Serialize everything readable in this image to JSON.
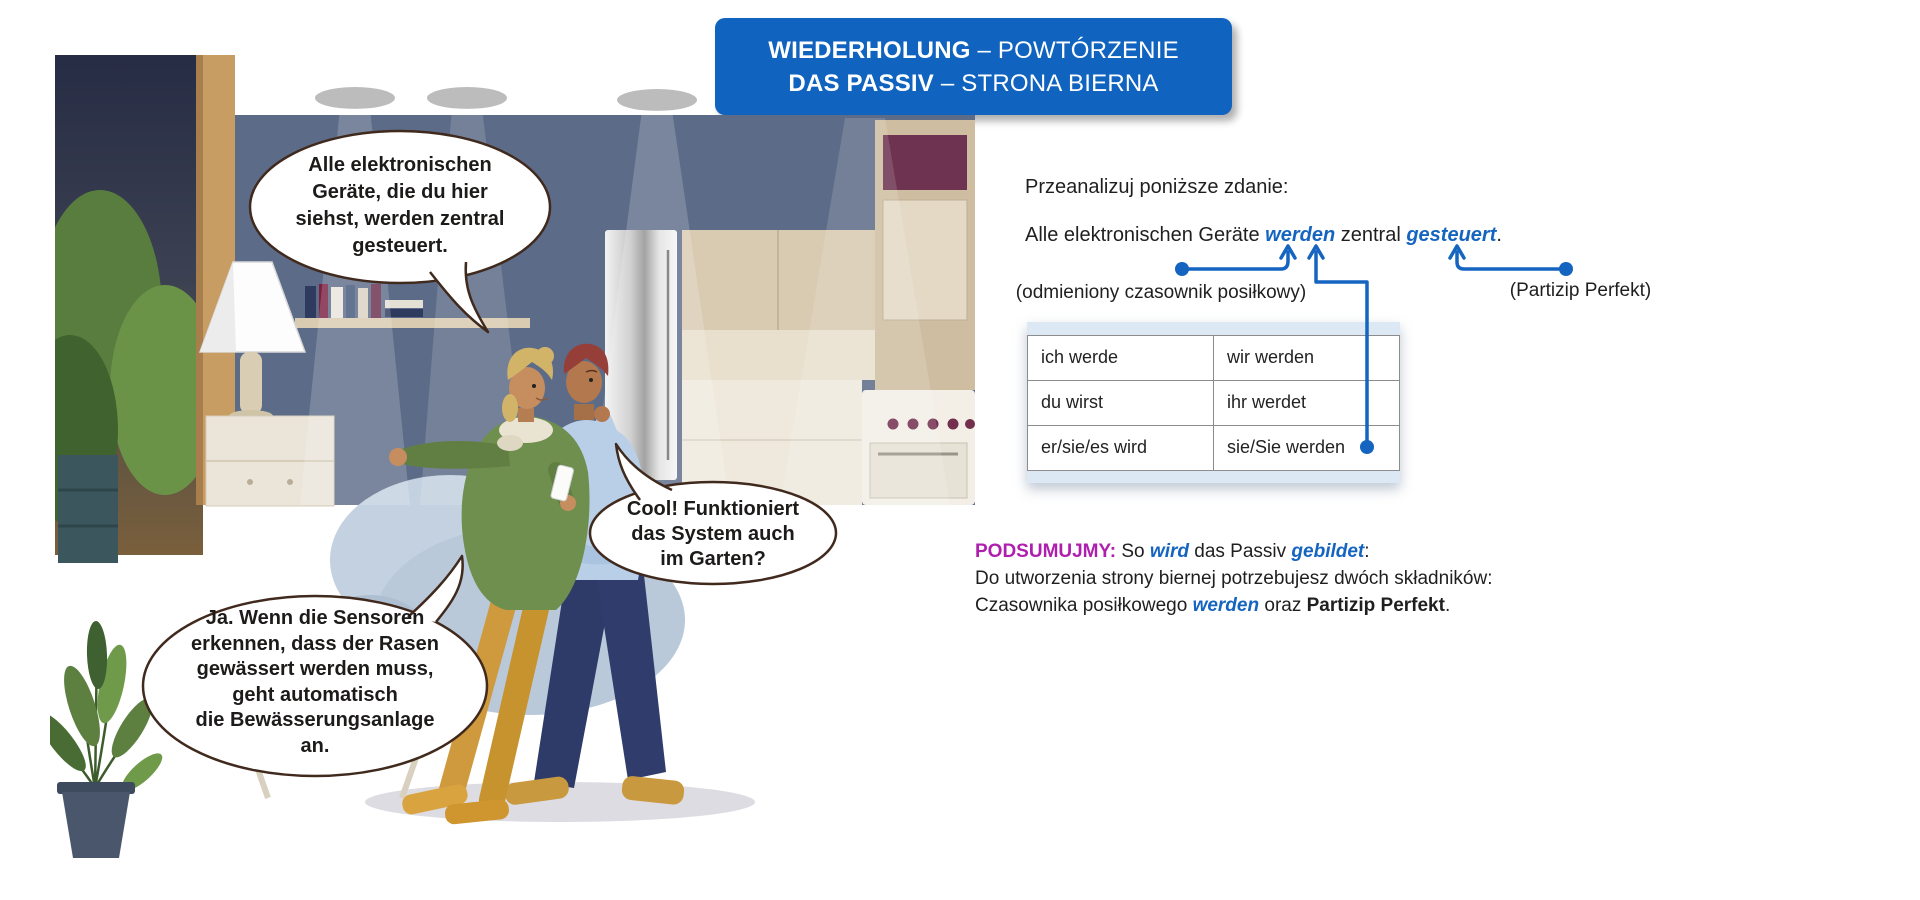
{
  "banner": {
    "line1_bold": "WIEDERHOLUNG",
    "line1_rest": " – POWTÓRZENIE",
    "line2_bold": "DAS PASSIV",
    "line2_rest": " – STRONA BIERNA"
  },
  "bubbles": {
    "bubble1": {
      "lines": [
        "Alle elektronischen",
        "Geräte, die du hier",
        "siehst, werden zentral",
        "gesteuert."
      ]
    },
    "bubble2": {
      "lines": [
        "Cool! Funktioniert",
        "das System auch",
        "im Garten?"
      ]
    },
    "bubble3": {
      "lines": [
        "Ja. Wenn die Sensoren",
        "erkennen, dass der Rasen",
        "gewässert werden muss,",
        "geht automatisch",
        "die Bewässerungsanlage",
        "an."
      ]
    }
  },
  "analysis": {
    "intro": "Przeanalizuj poniższe zdanie:",
    "sentence": {
      "part1": "Alle elektronischen Geräte ",
      "highlight1": "werden",
      "part2": " zentral ",
      "highlight2": "gesteuert",
      "part3": "."
    },
    "label_left": "(odmieniony czasownik posiłkowy)",
    "label_right": "(Partizip Perfekt)"
  },
  "table": {
    "rows": [
      [
        "ich werde",
        "wir werden"
      ],
      [
        "du wirst",
        "ihr werdet"
      ],
      [
        "er/sie/es wird",
        "sie/Sie werden"
      ]
    ]
  },
  "summary": {
    "label": "PODSUMUJMY:",
    "line1_a": " So ",
    "line1_w1": "wird",
    "line1_b": " das Passiv ",
    "line1_w2": "gebildet",
    "line1_c": ":",
    "line2": "Do utworzenia strony biernej potrzebujesz dwóch składników:",
    "line3_a": "Czasownika posiłkowego ",
    "line3_w": "werden",
    "line3_b": " oraz ",
    "line3_bold": "Partizip Perfekt",
    "line3_c": "."
  },
  "colors": {
    "banner_bg": "#1063bf",
    "highlight_blue": "#1565c0",
    "summary_magenta": "#ae1fae",
    "bubble_border": "#40291d"
  }
}
